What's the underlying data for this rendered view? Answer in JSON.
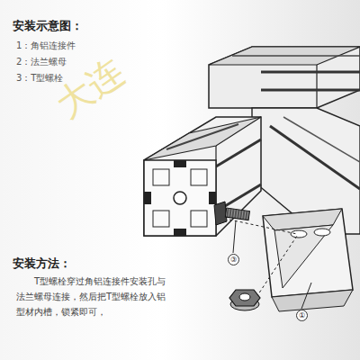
{
  "diagram": {
    "title": "安装示意图：",
    "labels": [
      "1：角铝连接件",
      "2：法兰螺母",
      "3：T型螺栓",
      "安装方法：",
      "T型螺栓穿过角铝连接件安装孔与法兰螺母连接，然后把T型螺栓放入铝型材内槽，锁紧即可，",
      "③",
      "①",
      "大连"
    ]
  }
}
